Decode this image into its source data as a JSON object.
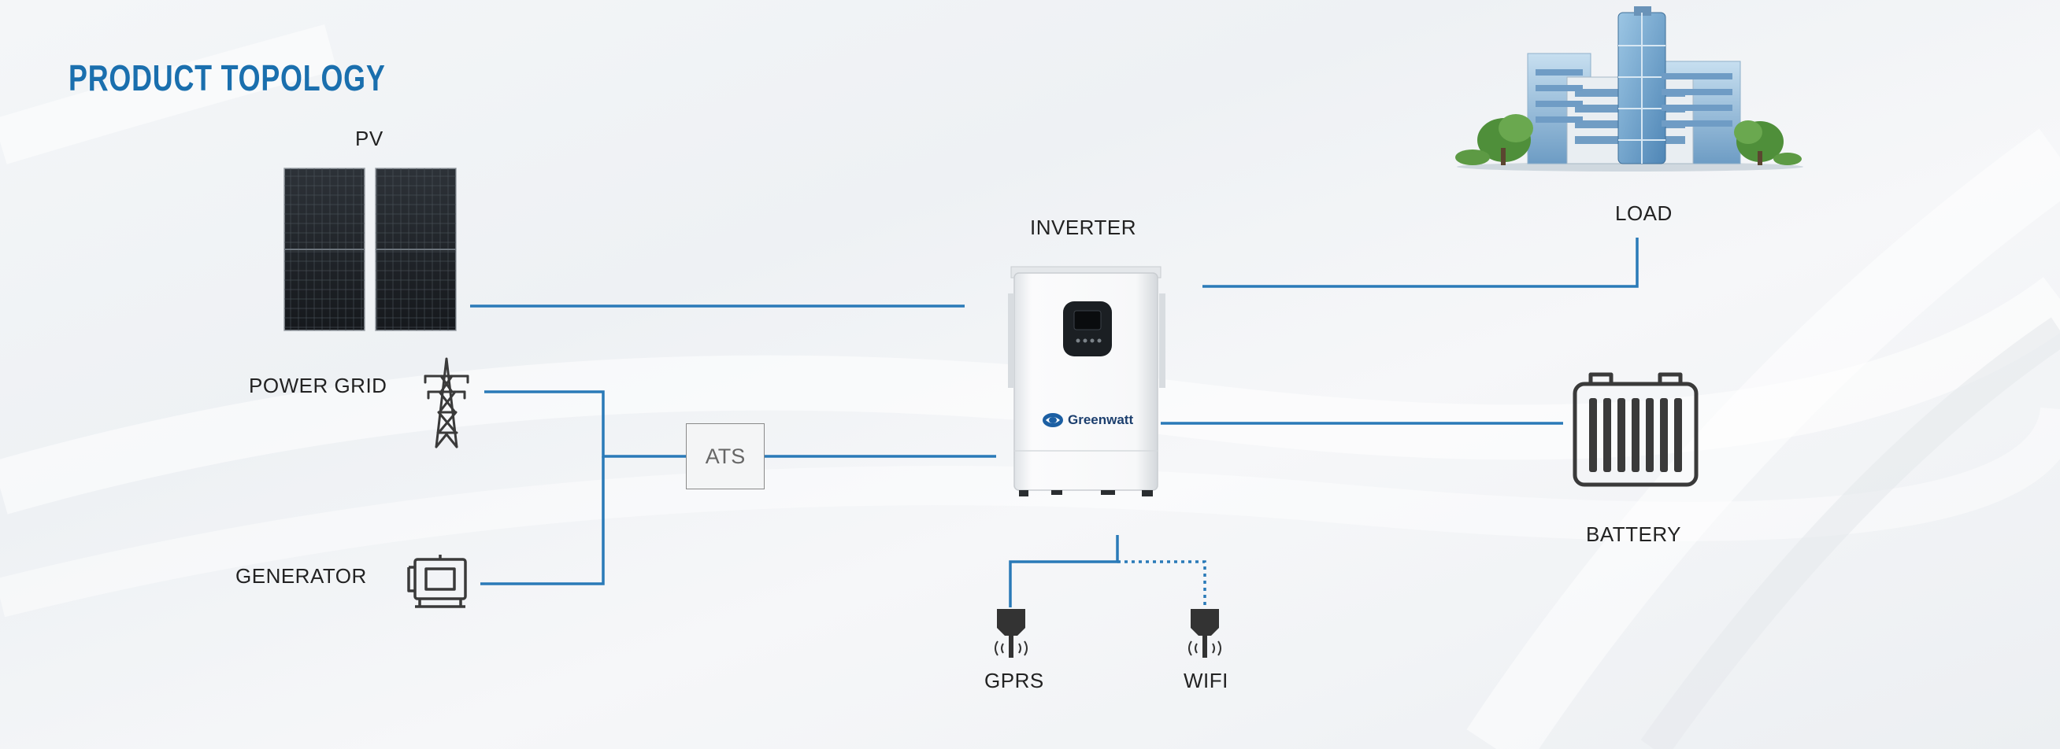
{
  "page": {
    "title": "PRODUCT TOPOLOGY"
  },
  "diagram": {
    "nodes": {
      "pv": {
        "label": "PV",
        "icon": "solar-panel-icon"
      },
      "power_grid": {
        "label": "POWER GRID",
        "icon": "transmission-tower-icon"
      },
      "generator": {
        "label": "GENERATOR",
        "icon": "generator-icon"
      },
      "ats": {
        "label": "ATS"
      },
      "inverter": {
        "label": "INVERTER",
        "brand": "Greenwatt",
        "icon": "inverter-device-icon"
      },
      "load": {
        "label": "LOAD",
        "icon": "building-icon"
      },
      "battery": {
        "label": "BATTERY",
        "icon": "battery-icon"
      },
      "gprs": {
        "label": "GPRS",
        "icon": "wireless-dongle-icon"
      },
      "wifi": {
        "label": "WIFI",
        "icon": "wireless-dongle-icon"
      }
    },
    "links": [
      {
        "from": "pv",
        "to": "inverter",
        "style": "solid"
      },
      {
        "from": "power_grid",
        "to": "ats",
        "style": "solid"
      },
      {
        "from": "generator",
        "to": "ats",
        "style": "solid"
      },
      {
        "from": "ats",
        "to": "inverter",
        "style": "solid"
      },
      {
        "from": "inverter",
        "to": "load",
        "style": "solid"
      },
      {
        "from": "inverter",
        "to": "battery",
        "style": "solid"
      },
      {
        "from": "inverter",
        "to": "gprs",
        "style": "solid"
      },
      {
        "from": "inverter",
        "to": "wifi",
        "style": "dotted"
      }
    ],
    "colors": {
      "line": "#2a7ab8",
      "title": "#1a6fae",
      "icon": "#3a3a3a"
    }
  }
}
